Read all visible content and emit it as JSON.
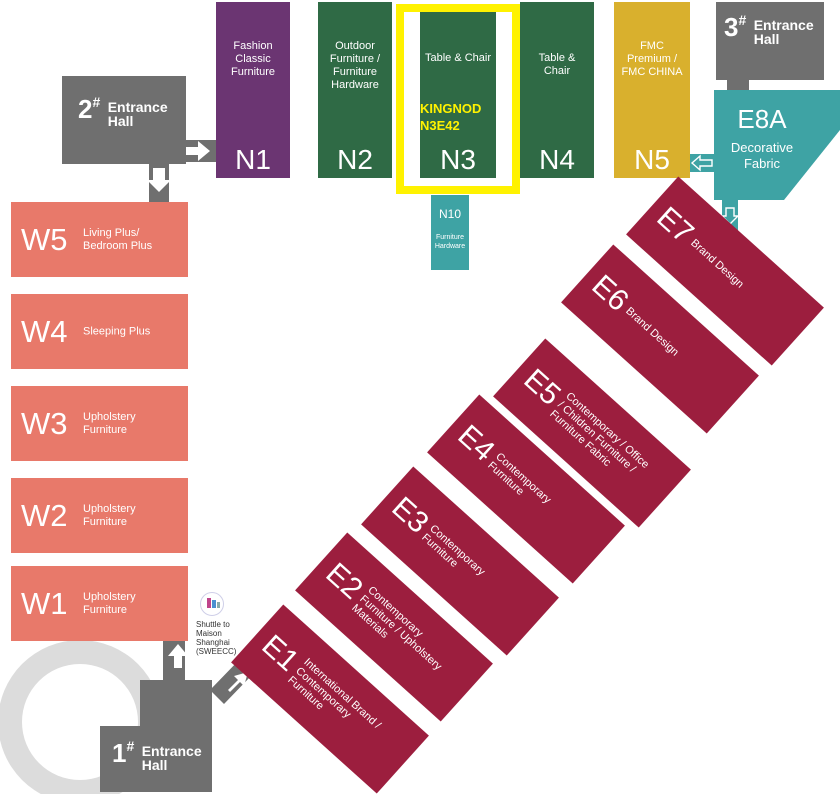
{
  "colors": {
    "purple": "#6b3572",
    "green": "#2f6a45",
    "gold": "#d9b02d",
    "teal": "#3ea3a4",
    "coral": "#e8796a",
    "crimson": "#9c1e3e",
    "gray": "#6f6f6f",
    "highlight": "#fff200"
  },
  "entrances": {
    "e1": {
      "num": "1",
      "sup": "#",
      "line1": "Entrance",
      "line2": "Hall"
    },
    "e2": {
      "num": "2",
      "sup": "#",
      "line1": "Entrance",
      "line2": "Hall"
    },
    "e3": {
      "num": "3",
      "sup": "#",
      "line1": "Entrance",
      "line2": "Hall"
    }
  },
  "north_halls": [
    {
      "code": "N1",
      "desc": "Fashion Classic Furniture"
    },
    {
      "code": "N2",
      "desc": "Outdoor Furniture / Furniture Hardware"
    },
    {
      "code": "N3",
      "desc": "Table & Chair"
    },
    {
      "code": "N4",
      "desc": "Table & Chair"
    },
    {
      "code": "N5",
      "desc": "FMC Premium / FMC CHINA"
    }
  ],
  "n10": {
    "code": "N10",
    "desc": "Furniture Hardware"
  },
  "e8a": {
    "code": "E8A",
    "desc_line1": "Decorative",
    "desc_line2": "Fabric"
  },
  "highlight": {
    "line1": "KINGNOD",
    "line2": "N3E42"
  },
  "west_halls": [
    {
      "code": "W5",
      "desc_line1": "Living Plus/",
      "desc_line2": "Bedroom Plus"
    },
    {
      "code": "W4",
      "desc_line1": "Sleeping Plus",
      "desc_line2": ""
    },
    {
      "code": "W3",
      "desc_line1": "Upholstery",
      "desc_line2": "Furniture"
    },
    {
      "code": "W2",
      "desc_line1": "Upholstery",
      "desc_line2": "Furniture"
    },
    {
      "code": "W1",
      "desc_line1": "Upholstery",
      "desc_line2": "Furniture"
    }
  ],
  "east_halls": [
    {
      "code": "E7",
      "desc": "Brand Design"
    },
    {
      "code": "E6",
      "desc": "Brand Design"
    },
    {
      "code": "E5",
      "desc": "Contemporary / Office / Children Furniture / Furniture Fabric"
    },
    {
      "code": "E4",
      "desc": "Contemporary Furniture"
    },
    {
      "code": "E3",
      "desc": "Contemporary Furniture"
    },
    {
      "code": "E2",
      "desc": "Contemporary Furniture / Upholstery Materials"
    },
    {
      "code": "E1",
      "desc": "International Brand / Contemporary Furniture"
    }
  ],
  "shuttle": {
    "line1": "Shuttle to",
    "line2": "Maison",
    "line3": "Shanghai",
    "line4": "(SWEECC)",
    "logo_icon": "maison-shanghai-logo-icon"
  }
}
